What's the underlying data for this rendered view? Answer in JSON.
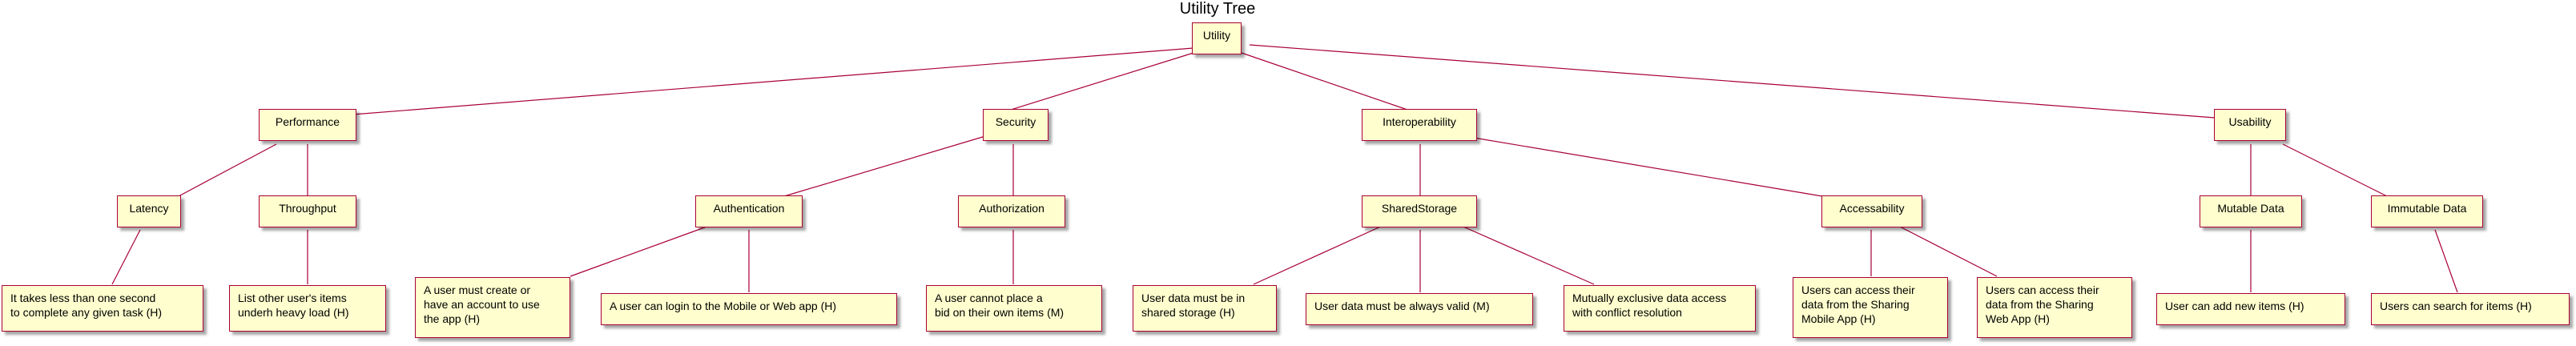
{
  "title": "Utility Tree",
  "colors": {
    "node_fill": "#fefece",
    "node_border": "#a80036",
    "edge": "#a80036"
  },
  "nodes": {
    "root": "Utility",
    "performance": "Performance",
    "security": "Security",
    "interoperability": "Interoperability",
    "usability": "Usability",
    "latency": "Latency",
    "throughput": "Throughput",
    "authentication": "Authentication",
    "authorization": "Authorization",
    "shared_storage": "SharedStorage",
    "accessability": "Accessability",
    "mutable_data": "Mutable Data",
    "immutable_data": "Immutable Data",
    "latency_leaf": [
      "It takes less than one second",
      "to complete any given task (H)"
    ],
    "throughput_leaf": [
      "List other user's items",
      "underh heavy load (H)"
    ],
    "auth_leaf_1": [
      "A user must create or",
      "have an account to use",
      "the app (H)"
    ],
    "auth_leaf_2": [
      "A user can login to the Mobile or Web app (H)"
    ],
    "authz_leaf": [
      "A user cannot place a",
      "bid on their own items (M)"
    ],
    "storage_leaf_1": [
      "User data must be in",
      "shared storage (H)"
    ],
    "storage_leaf_2": [
      "User data must be always valid (M)"
    ],
    "storage_leaf_3": [
      "Mutually exclusive data access",
      "with conflict resolution"
    ],
    "access_leaf_1": [
      "Users can access their",
      "data from the Sharing",
      "Mobile App (H)"
    ],
    "access_leaf_2": [
      "Users can access their",
      "data from the Sharing",
      "Web App (H)"
    ],
    "mutable_leaf": [
      "User can add new items (H)"
    ],
    "immutable_leaf": [
      "Users can search for items (H)"
    ]
  }
}
